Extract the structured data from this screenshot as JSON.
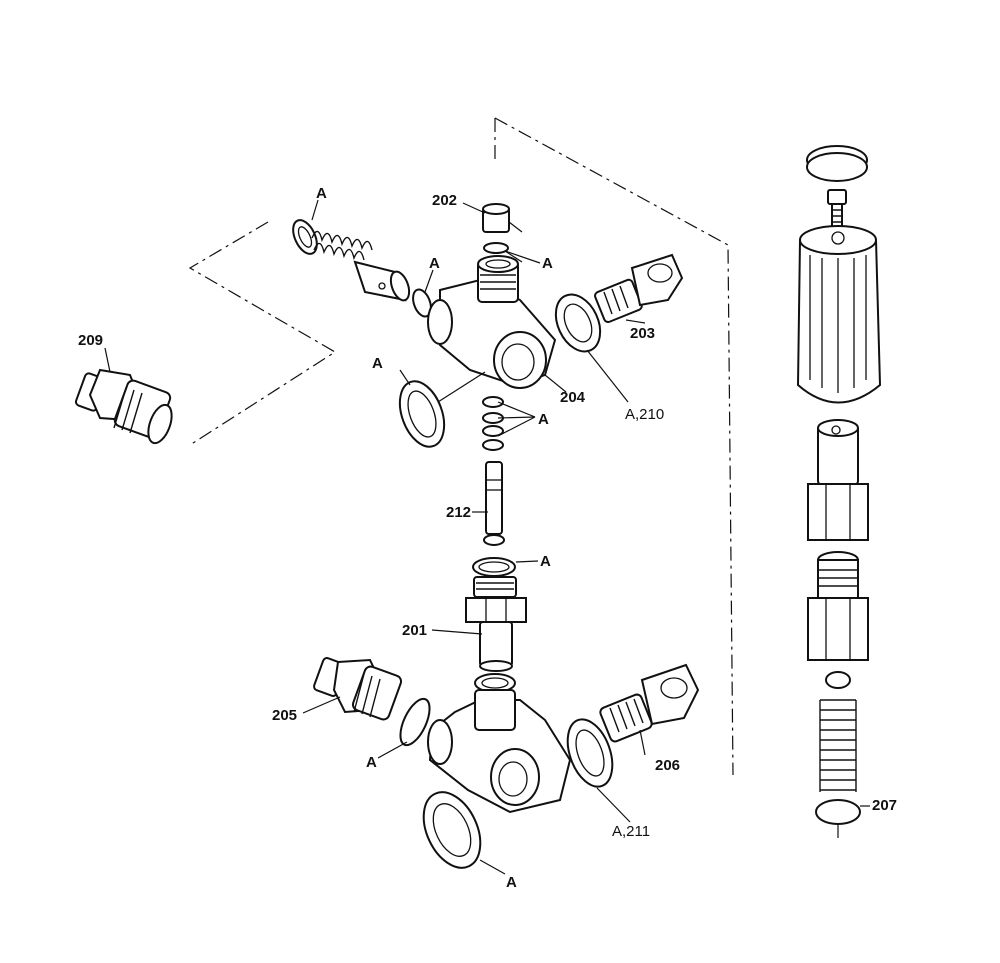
{
  "labels": {
    "p202": "202",
    "p203": "203",
    "p204": "204",
    "p209": "209",
    "p212": "212",
    "p201": "201",
    "p205": "205",
    "p206": "206",
    "p207": "207",
    "a210": "A,210",
    "a211": "A,211",
    "a": "A"
  }
}
